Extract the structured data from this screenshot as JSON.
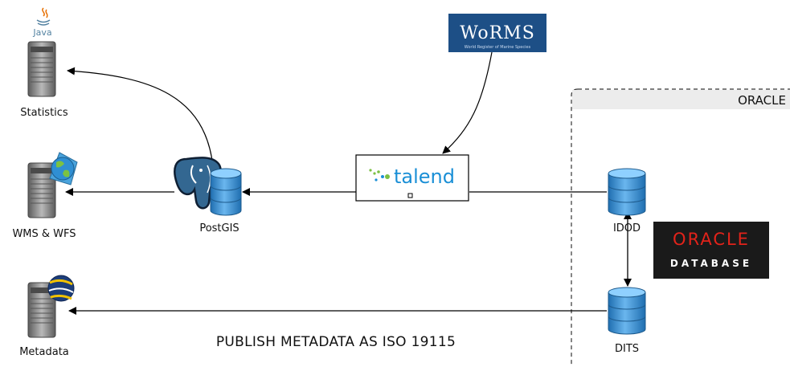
{
  "labels": {
    "statistics": "Statistics",
    "wms_wfs": "WMS & WFS",
    "metadata": "Metadata",
    "postgis": "PostGIS",
    "idod": "IDOD",
    "dits": "DITS",
    "publish": "PUBLISH METADATA AS ISO 19115",
    "oracle_group": "ORACLE"
  },
  "logos": {
    "java": "Java",
    "worms": "WoRMS",
    "worms_sub": "World Register of Marine Species",
    "talend": "talend",
    "oracle": "ORACLE",
    "oracle_sub": "DATABASE"
  },
  "colors": {
    "db_blue": "#3d8fd1",
    "oracle_red": "#e2231a",
    "worms_blue": "#1d4f86",
    "talend_blue": "#1a8fd6",
    "talend_green": "#7bc043",
    "server_gray": "#7a7a7a"
  }
}
